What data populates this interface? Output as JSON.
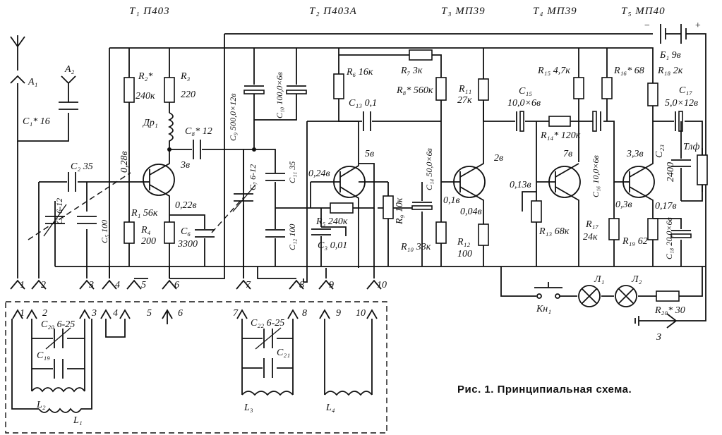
{
  "caption": "Рис. 1. Принципиальная схема.",
  "transistors": [
    {
      "ref": "T1",
      "type": "П403",
      "label": "T₁  П403"
    },
    {
      "ref": "T2",
      "type": "П403А",
      "label": "T₂  П403А"
    },
    {
      "ref": "T3",
      "type": "МП39",
      "label": "T₃  МП39"
    },
    {
      "ref": "T4",
      "type": "МП39",
      "label": "T₄  МП39"
    },
    {
      "ref": "T5",
      "type": "МП40",
      "label": "T₅  МП40"
    }
  ],
  "battery": "Б₁ 9в",
  "antennas": [
    "A₁",
    "A₂"
  ],
  "components": {
    "C1": "C₁* 16",
    "C2": "C₂ 35",
    "C4": "C₄ 6-12",
    "C5": "C₅ 100",
    "R2": "R₂*",
    "R2v": "240к",
    "R3": "R₃",
    "R3v": "220",
    "Dr1": "Др₁",
    "C8": "C₈* 12",
    "R1": "R₁ 56к",
    "R4": "R₄",
    "R4v": "200",
    "C6": "C₆",
    "C6v": "3300",
    "C9": "C₉ 500,0×12в",
    "C7": "C₇ 6-12",
    "C10": "C₁₀ 100,0×6в",
    "C11": "C₁₁ 35",
    "C12": "C₁₂ 100",
    "R6": "R₆ 16к",
    "C13": "C₁₃ 0,1",
    "R7": "R₇ 3к",
    "R8": "R₈* 560к",
    "R5": "R₅ 240к",
    "C3": "C₃ 0,01",
    "R9": "R₉ 10к",
    "C14": "C₁₄ 50,0×6в",
    "R10": "R₁₀ 33к",
    "R11": "R₁₁",
    "R11v": "27к",
    "R12": "R₁₂",
    "R12v": "100",
    "C15": "C₁₅",
    "C15v": "10,0×6в",
    "R15": "R₁₅ 4,7к",
    "R14": "R₁₄* 120к",
    "R13": "R₁₃ 68к",
    "R16": "R₁₆* 68",
    "C16": "C₁₆ 10,0×6в",
    "R17": "R₁₇",
    "R17v": "24к",
    "R18": "R₁₈ 2к",
    "C17": "C₁₇",
    "C17v": "5,0×12в",
    "C23": "C₂₃",
    "C23v": "2400",
    "Tlf": "Тлф",
    "R19": "R₁₉ 62",
    "C18": "C₁₈ 20,0×6в",
    "Kn1": "Кн₁",
    "L1": "Л₁",
    "L2": "Л₂",
    "R20": "R₂₀* 30",
    "earth": "З"
  },
  "voltages": {
    "t1_collector": "3в",
    "t1_base": "0,28в",
    "t1_emitter": "0,22в",
    "t2_collector": "5в",
    "t2_base": "0,24в",
    "t3_collector": "2в",
    "t3_base": "0,1в",
    "t3_emitter": "0,04в",
    "t4_collector": "7в",
    "t4_base": "0,13в",
    "t5_collector": "3,3в",
    "t5_base": "0,3в",
    "t5_emitter": "0,17в"
  },
  "terminals": [
    "1",
    "2",
    "3",
    "4",
    "5",
    "6",
    "7",
    "8",
    "9",
    "10"
  ],
  "coil_block": {
    "pins": [
      "1",
      "2",
      "3",
      "4",
      "5",
      "6",
      "7",
      "8",
      "9",
      "10"
    ],
    "C20": "C₂₀ 6-25",
    "C19": "C₁₉",
    "C22": "C₂₂ 6-25",
    "C21": "C₂₁",
    "L2": "L₂",
    "L1": "L₁",
    "L3": "L₃",
    "L4": "L₄"
  }
}
